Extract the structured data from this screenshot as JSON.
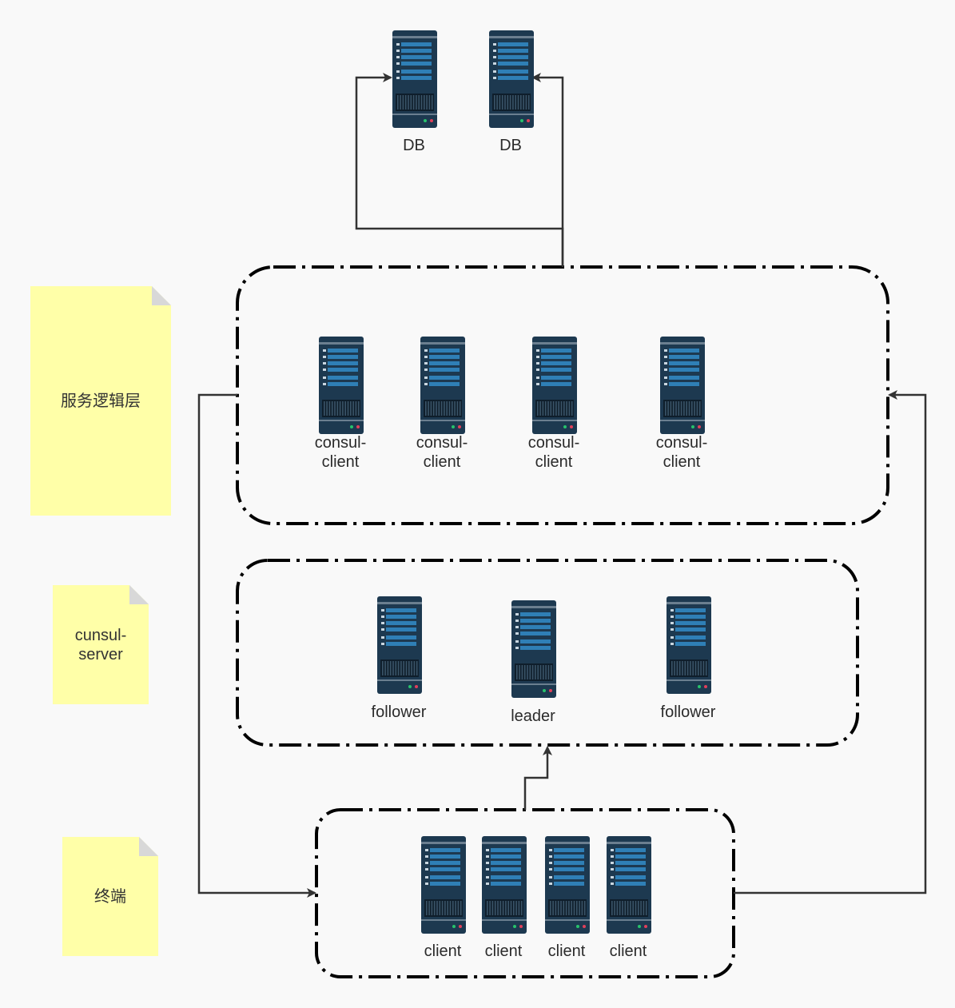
{
  "notes": {
    "service_layer": "服务逻辑层",
    "consul_server": "cunsul-\nserver",
    "terminal": "终端"
  },
  "servers": {
    "db_1": "DB",
    "db_2": "DB",
    "consul_client_1": "consul-\nclient",
    "consul_client_2": "consul-\nclient",
    "consul_client_3": "consul-\nclient",
    "consul_client_4": "consul-\nclient",
    "follower_1": "follower",
    "leader": "leader",
    "follower_2": "follower",
    "client_1": "client",
    "client_2": "client",
    "client_3": "client",
    "client_4": "client"
  },
  "colors": {
    "note_fill": "#ffffa8",
    "note_fold": "#d8d8d8",
    "server_body": "#1d3950",
    "server_bar": "#2f7fb6",
    "connector": "#333333",
    "group_border": "#000000"
  },
  "icons": {
    "server": "server-rack-icon",
    "note": "sticky-note-icon"
  }
}
